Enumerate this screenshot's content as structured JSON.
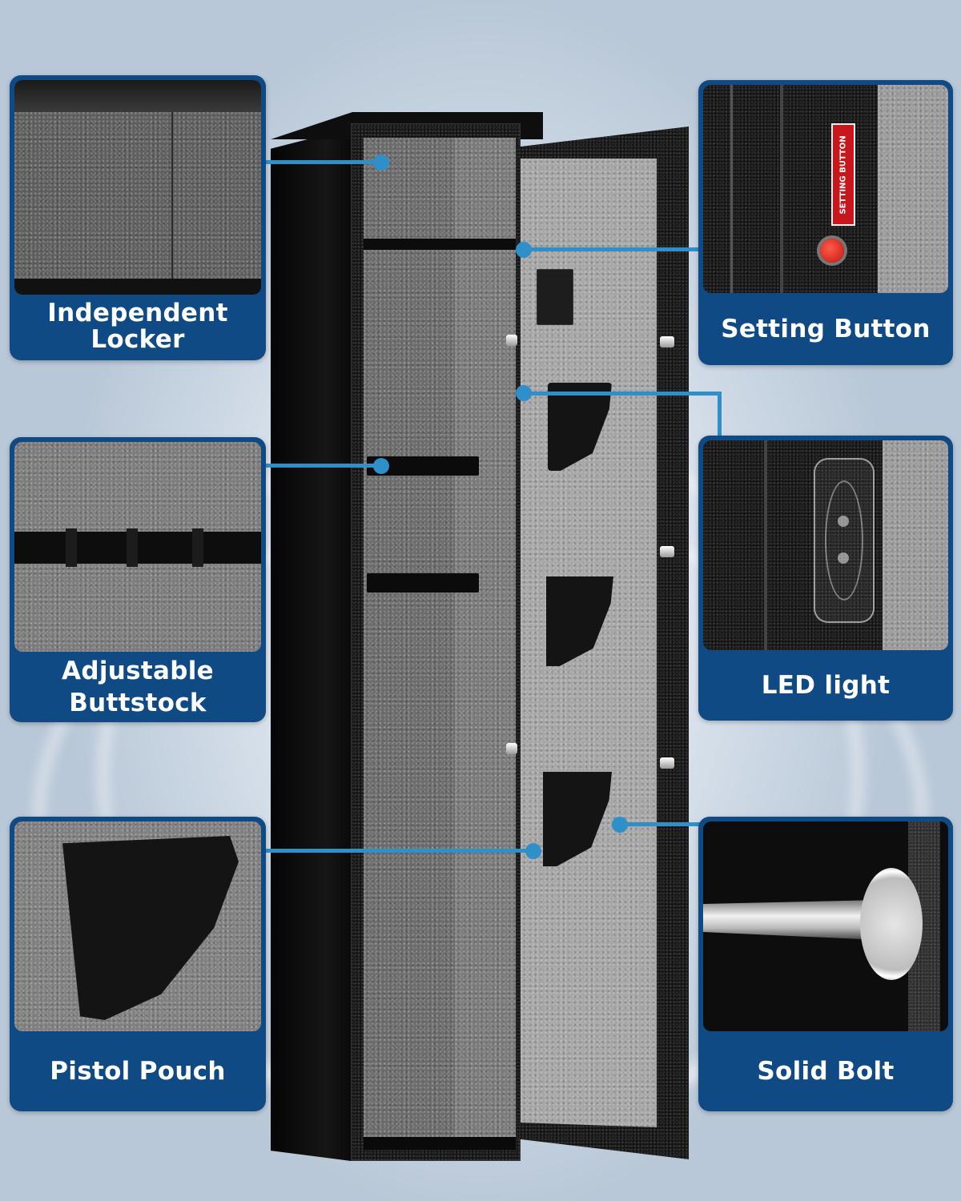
{
  "product": "Gun safe cabinet with open door",
  "accent_colors": {
    "panel": "#0f4a85",
    "connector": "#2f8fc8",
    "caption_text": "#ffffff",
    "sticker_red": "#c8161d",
    "button_red": "#e02a1f"
  },
  "callouts": [
    {
      "id": "independent-locker",
      "label": "Independent Locker",
      "line1": "Independent",
      "line2": "Locker",
      "side": "left"
    },
    {
      "id": "adjustable-buttstock",
      "label": "Adjustable Buttstock",
      "line1": "Adjustable",
      "line2": "Buttstock",
      "side": "left"
    },
    {
      "id": "pistol-pouch",
      "label": "Pistol Pouch",
      "line1": "Pistol Pouch",
      "side": "left"
    },
    {
      "id": "setting-button",
      "label": "Setting Button",
      "line1": "Setting Button",
      "side": "right"
    },
    {
      "id": "led-light",
      "label": "LED light",
      "line1": "LED light",
      "side": "right"
    },
    {
      "id": "solid-bolt",
      "label": "Solid Bolt",
      "line1": "Solid Bolt",
      "side": "right"
    }
  ],
  "sticker": {
    "text": "SETTING BUTTON"
  }
}
